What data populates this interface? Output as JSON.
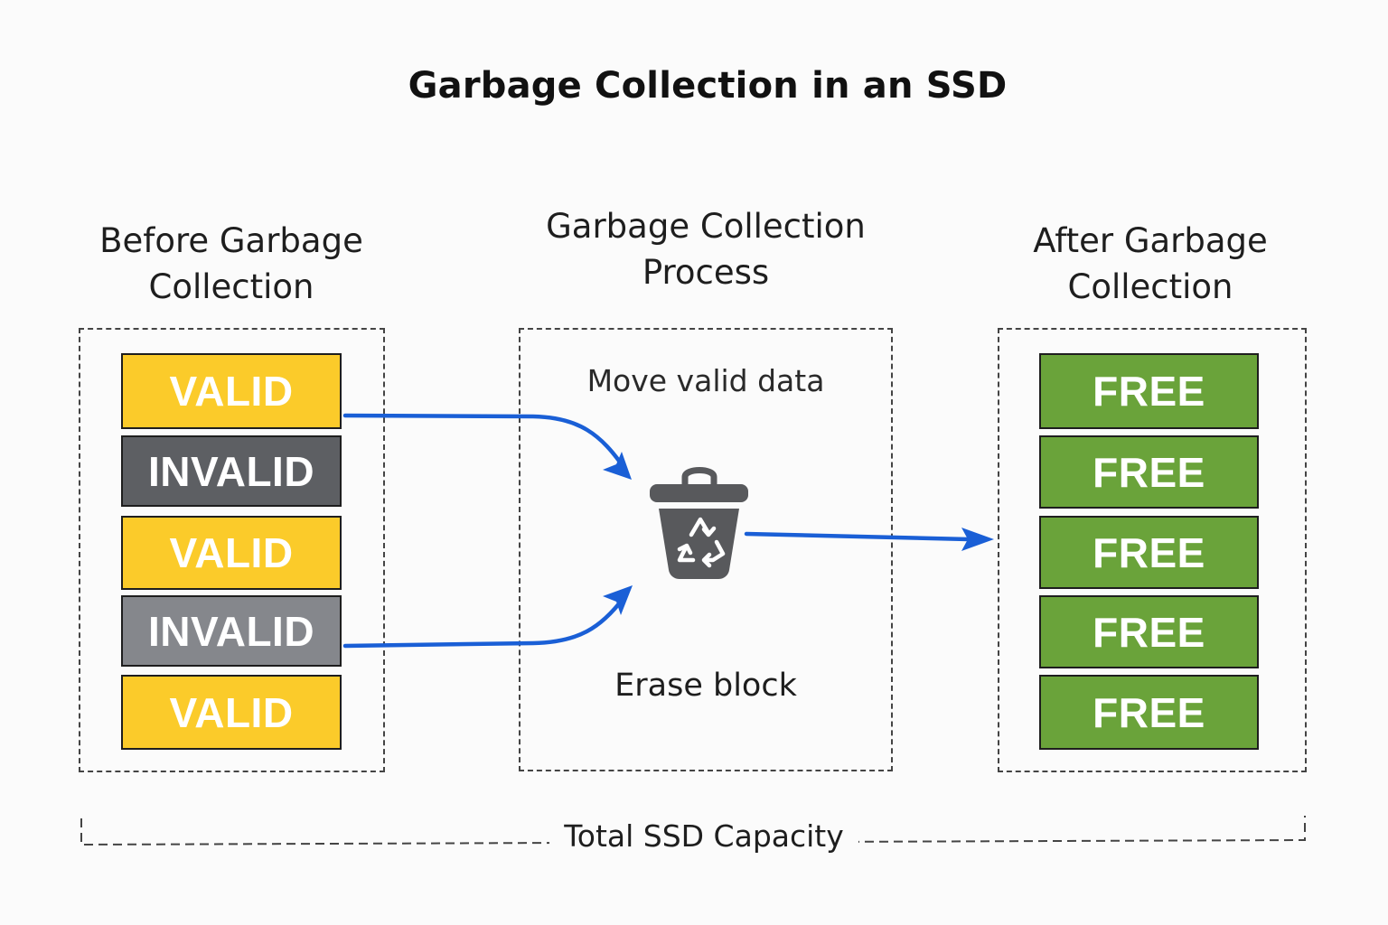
{
  "title": "Garbage Collection in an SSD",
  "columns": {
    "before": {
      "heading_line1": "Before Garbage",
      "heading_line2": "Collection",
      "blocks": [
        {
          "label": "VALID",
          "state": "valid"
        },
        {
          "label": "INVALID",
          "state": "invalid-dark"
        },
        {
          "label": "VALID",
          "state": "valid"
        },
        {
          "label": "INVALID",
          "state": "invalid-light"
        },
        {
          "label": "VALID",
          "state": "valid"
        }
      ]
    },
    "process": {
      "heading_line1": "Garbage Collection",
      "heading_line2": "Process",
      "step_move": "Move valid data",
      "step_erase": "Erase block",
      "icon": "recycle-bin-icon"
    },
    "after": {
      "heading_line1": "After Garbage",
      "heading_line2": "Collection",
      "blocks": [
        {
          "label": "FREE",
          "state": "free"
        },
        {
          "label": "FREE",
          "state": "free"
        },
        {
          "label": "FREE",
          "state": "free"
        },
        {
          "label": "FREE",
          "state": "free"
        },
        {
          "label": "FREE",
          "state": "free"
        }
      ]
    }
  },
  "capacity_label": "Total SSD Capacity",
  "colors": {
    "valid": "#fbcb2a",
    "invalid-dark": "#5d5f63",
    "invalid-light": "#85878c",
    "free": "#6aa33a",
    "arrow": "#1a5fd6",
    "icon": "#58595c"
  }
}
